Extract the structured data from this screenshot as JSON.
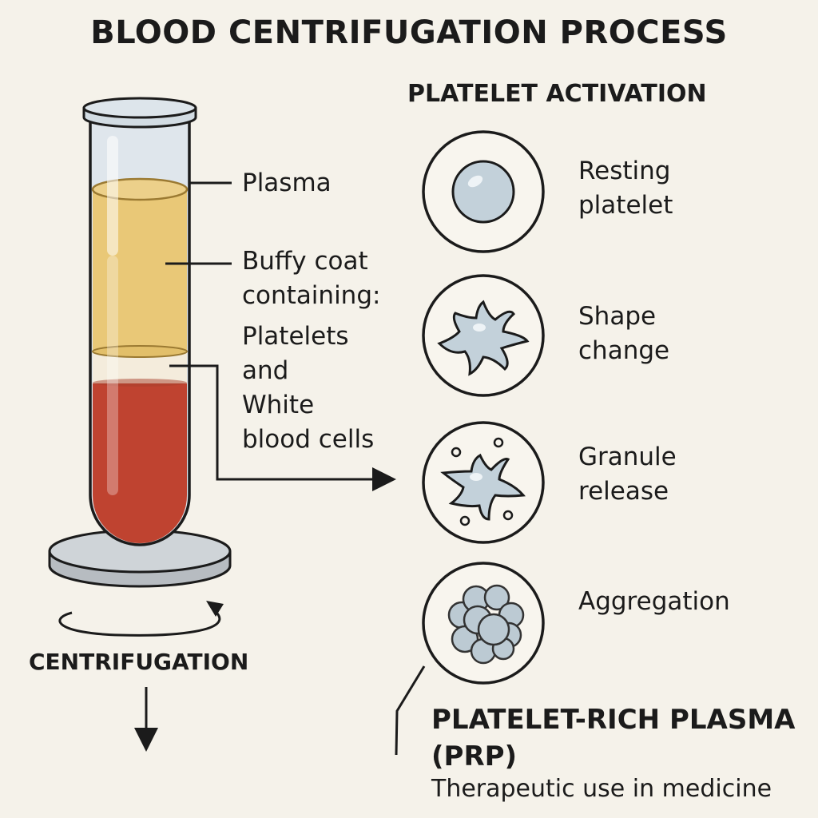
{
  "title": "BLOOD CENTRIFUGATION PROCESS",
  "tube": {
    "labels": {
      "plasma": "Plasma",
      "buffy_line1": "Buffy coat",
      "buffy_line2": "containing:",
      "contents_line1": "Platelets",
      "contents_line2": "and",
      "contents_line3": "White",
      "contents_line4": "blood cells"
    },
    "colors": {
      "plasma": "#e9c877",
      "buffy": "#f4ecdc",
      "red_cells": "#c0432f",
      "glass": "#dde4ea",
      "base": "#c9ced3"
    }
  },
  "centrifugation": {
    "label": "CENTRIFUGATION"
  },
  "activation": {
    "heading": "PLATELET ACTIVATION",
    "stages": [
      {
        "icon": "resting-platelet-icon",
        "line1": "Resting",
        "line2": "platelet"
      },
      {
        "icon": "shape-change-platelet-icon",
        "line1": "Shape",
        "line2": "change"
      },
      {
        "icon": "granule-release-platelet-icon",
        "line1": "Granule",
        "line2": "release"
      },
      {
        "icon": "aggregation-platelet-icon",
        "line1": "Aggregation",
        "line2": ""
      }
    ],
    "platelet_color": "#c3d1da"
  },
  "prp": {
    "title_line1": "PLATELET-RICH PLASMA",
    "title_line2": "(PRP)",
    "subtitle": "Therapeutic use in medicine"
  }
}
